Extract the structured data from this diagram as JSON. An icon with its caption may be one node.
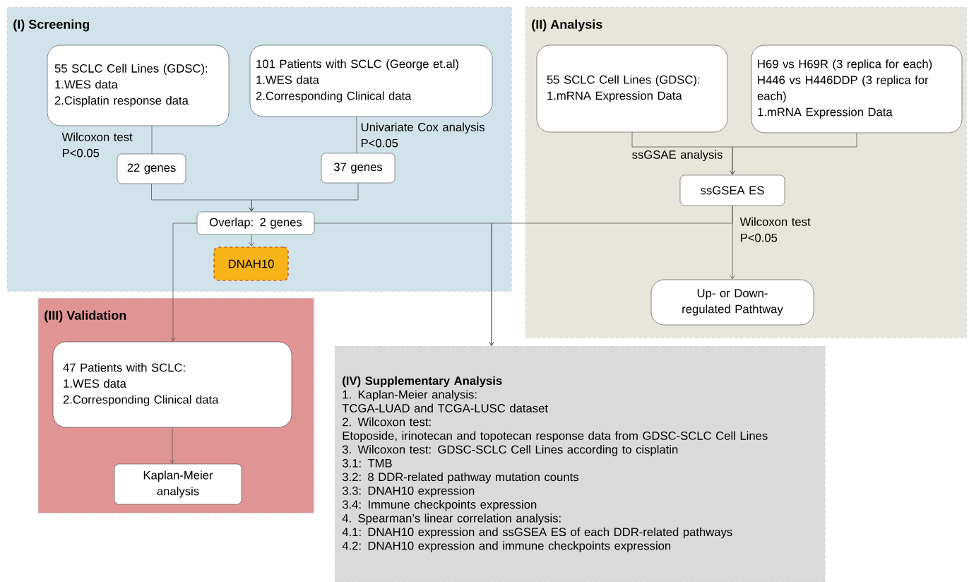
{
  "diagram": {
    "nodes": [
      {
        "text": [
          "(I) Screening"
        ]
      },
      {
        "text": [
          "55 SCLC Cell Lines (GDSC):",
          "1.WES data",
          "2.Cisplatin response data"
        ],
        "in": 0
      },
      {
        "text": [
          "101 Patients with SCLC (George et.al)",
          "1.WES data",
          "2.Corresponding Clinical data"
        ],
        "in": 0
      },
      {
        "text": [
          "22 genes"
        ],
        "in": 0
      },
      {
        "text": [
          "37 genes"
        ],
        "in": 0
      },
      {
        "text": [
          "Overlap: 2 genes"
        ],
        "in": 0
      },
      {
        "text": [
          "DNAH10"
        ],
        "in": 0
      },
      {
        "text": [
          "(II) Analysis"
        ]
      },
      {
        "text": [
          "55 SCLC Cell Lines (GDSC):",
          "1.mRNA Expression Data"
        ],
        "in": 7
      },
      {
        "text": [
          "H69 vs H69R (3 replica for each)",
          "H446 vs H446DDP (3 replica for each)",
          "1.mRNA Expression Data"
        ],
        "in": 7
      },
      {
        "text": [
          "ssGSEA ES"
        ],
        "in": 7
      },
      {
        "text": [
          "Up- or Down-regulated Pathtway"
        ],
        "in": 7
      },
      {
        "text": [
          "(III) Validation"
        ]
      },
      {
        "text": [
          "47 Patients with SCLC:",
          "1.WES data",
          "2.Corresponding Clinical data"
        ],
        "in": 12
      },
      {
        "text": [
          "Kaplan-Meier analysis"
        ],
        "in": 12
      },
      {
        "text": [
          "(IV) Supplementary Analysis",
          "1. Kaplan-Meier analysis:",
          "TCGA-LUAD and TCGA-LUSC dataset",
          "2. Wilcoxon test:",
          "Etoposide, irinotecan and topotecan response data from GDSC-SCLC Cell Lines",
          "3. Wilcoxon test: GDSC-SCLC Cell Lines according to cisplatin",
          "3.1: TMB",
          "3.2: 8 DDR-related pathway mutation counts",
          "3.3: DNAH10 expression",
          "3.4: Immune checkpoints expression",
          "4. Spearman’s linear correlation analysis:",
          "4.1: DNAH10 expression and ssGSEA ES of each DDR-related pathways",
          "4.2: DNAH10 expression and immune checkpoints expression"
        ]
      }
    ],
    "edges": [
      {
        "from": 1,
        "to": 3,
        "arrow": "none",
        "label": "Wilcoxon test P<0.05"
      },
      {
        "from": 2,
        "to": 4,
        "arrow": "none",
        "label": "Univariate Cox analysis P<0.05"
      },
      {
        "from": 3,
        "to": 5,
        "arrow": "to"
      },
      {
        "from": 4,
        "to": 5,
        "arrow": "to"
      },
      {
        "from": 5,
        "to": 6,
        "arrow": "to"
      },
      {
        "from": 8,
        "to": 10,
        "arrow": "to",
        "label": "ssGSAE analysis"
      },
      {
        "from": 9,
        "to": 10,
        "arrow": "to"
      },
      {
        "from": 10,
        "to": 11,
        "arrow": "to",
        "label": "Wilcoxon test P<0.05"
      },
      {
        "from": 5,
        "to": 13,
        "arrow": "to"
      },
      {
        "from": 5,
        "to": 15,
        "arrow": "to"
      },
      {
        "from": 10,
        "to": 15,
        "arrow": "to"
      },
      {
        "from": 13,
        "to": 14,
        "arrow": "to"
      }
    ]
  }
}
